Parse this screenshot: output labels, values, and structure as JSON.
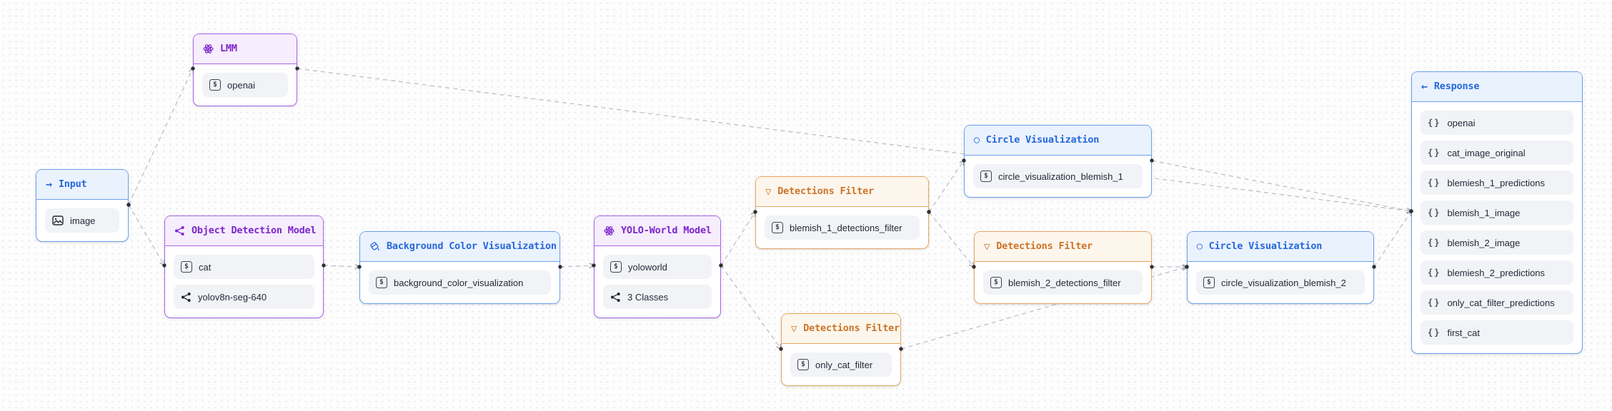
{
  "colors": {
    "purple": {
      "border": "#a863e8",
      "bg": "#f6edfd",
      "text": "#7d26cb"
    },
    "blue": {
      "border": "#6ba1ec",
      "bg": "#eaf2fd",
      "text": "#2667d9"
    },
    "orange": {
      "border": "#e7a55e",
      "bg": "#fdf6ec",
      "text": "#cb7429"
    },
    "edge_line": "#bcbfc6",
    "handle_dot": "#2f3033",
    "item_bg": "#f2f3f6",
    "item_text": "#1f2937",
    "canvas_bg": "#fdfdfe",
    "grid_dot": "#e4e4e6"
  },
  "nodes": [
    {
      "id": "input",
      "type": "blue",
      "icon": "arrow-right",
      "title": "Input",
      "items": [
        {
          "icon": "image",
          "label": "image"
        }
      ]
    },
    {
      "id": "lmm",
      "type": "purple",
      "icon": "atom",
      "title": "LMM",
      "items": [
        {
          "icon": "dollar",
          "label": "openai"
        }
      ]
    },
    {
      "id": "odm",
      "type": "purple",
      "icon": "network",
      "title": "Object Detection Model",
      "items": [
        {
          "icon": "dollar",
          "label": "cat"
        },
        {
          "icon": "network",
          "label": "yolov8n-seg-640"
        }
      ]
    },
    {
      "id": "bcv",
      "type": "blue",
      "icon": "paint-bucket",
      "title": "Background Color Visualization",
      "items": [
        {
          "icon": "dollar",
          "label": "background_color_visualization"
        }
      ]
    },
    {
      "id": "yolo",
      "type": "purple",
      "icon": "atom",
      "title": "YOLO-World Model",
      "items": [
        {
          "icon": "dollar",
          "label": "yoloworld"
        },
        {
          "icon": "network",
          "label": "3 Classes"
        }
      ]
    },
    {
      "id": "f1",
      "type": "orange",
      "icon": "filter",
      "title": "Detections Filter",
      "items": [
        {
          "icon": "dollar",
          "label": "blemish_1_detections_filter"
        }
      ]
    },
    {
      "id": "cv1",
      "type": "blue",
      "icon": "circle",
      "title": "Circle Visualization",
      "items": [
        {
          "icon": "dollar",
          "label": "circle_visualization_blemish_1"
        }
      ]
    },
    {
      "id": "f2",
      "type": "orange",
      "icon": "filter",
      "title": "Detections Filter",
      "items": [
        {
          "icon": "dollar",
          "label": "blemish_2_detections_filter"
        }
      ]
    },
    {
      "id": "cv2",
      "type": "blue",
      "icon": "circle",
      "title": "Circle Visualization",
      "items": [
        {
          "icon": "dollar",
          "label": "circle_visualization_blemish_2"
        }
      ]
    },
    {
      "id": "f3",
      "type": "orange",
      "icon": "filter",
      "title": "Detections Filter",
      "items": [
        {
          "icon": "dollar",
          "label": "only_cat_filter"
        }
      ]
    },
    {
      "id": "response",
      "type": "blue",
      "icon": "arrow-left",
      "title": "Response",
      "items": [
        {
          "icon": "braces",
          "label": "openai"
        },
        {
          "icon": "braces",
          "label": "cat_image_original"
        },
        {
          "icon": "braces",
          "label": "blemiesh_1_predictions"
        },
        {
          "icon": "braces",
          "label": "blemish_1_image"
        },
        {
          "icon": "braces",
          "label": "blemish_2_image"
        },
        {
          "icon": "braces",
          "label": "blemiesh_2_predictions"
        },
        {
          "icon": "braces",
          "label": "only_cat_filter_predictions"
        },
        {
          "icon": "braces",
          "label": "first_cat"
        }
      ]
    }
  ],
  "edges": [
    {
      "from": "input",
      "to": "lmm"
    },
    {
      "from": "input",
      "to": "odm"
    },
    {
      "from": "odm",
      "to": "bcv"
    },
    {
      "from": "bcv",
      "to": "yolo"
    },
    {
      "from": "yolo",
      "to": "f1"
    },
    {
      "from": "yolo",
      "to": "f3"
    },
    {
      "from": "f1",
      "to": "cv1"
    },
    {
      "from": "f1",
      "to": "f2"
    },
    {
      "from": "f2",
      "to": "cv2"
    },
    {
      "from": "f3",
      "to": "cv2"
    },
    {
      "from": "lmm",
      "to": "response"
    },
    {
      "from": "cv1",
      "to": "response"
    },
    {
      "from": "cv2",
      "to": "response"
    }
  ]
}
